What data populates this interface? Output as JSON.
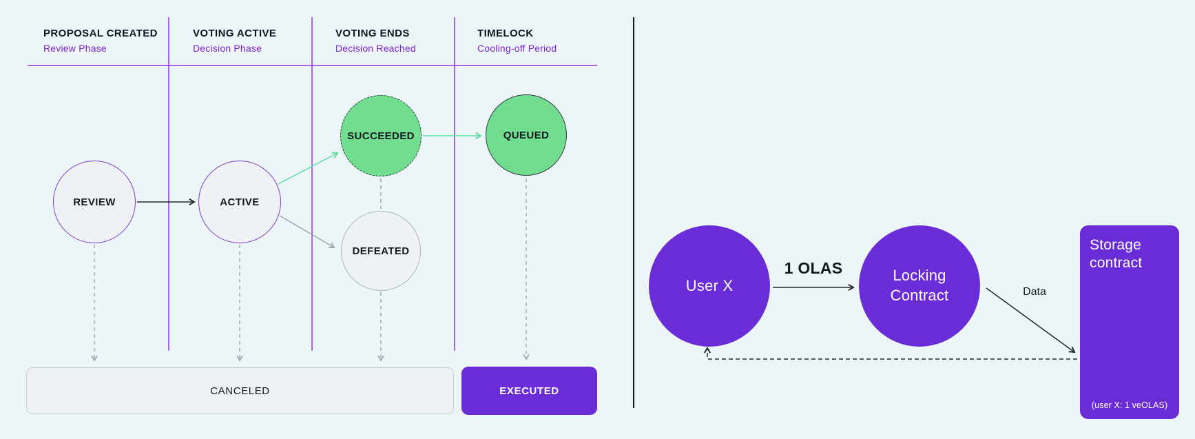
{
  "left_diagram": {
    "phases": [
      {
        "title": "PROPOSAL CREATED",
        "subtitle": "Review Phase"
      },
      {
        "title": "VOTING ACTIVE",
        "subtitle": "Decision Phase"
      },
      {
        "title": "VOTING ENDS",
        "subtitle": "Decision Reached"
      },
      {
        "title": "TIMELOCK",
        "subtitle": "Cooling-off Period"
      }
    ],
    "states": {
      "review": "REVIEW",
      "active": "ACTIVE",
      "succeeded": "SUCCEEDED",
      "defeated": "DEFEATED",
      "queued": "QUEUED",
      "canceled": "CANCELED",
      "executed": "EXECUTED"
    }
  },
  "right_diagram": {
    "user_label": "User X",
    "locking_label": "Locking Contract",
    "storage_label": "Storage contract",
    "olas_label": "1 OLAS",
    "data_label": "Data",
    "veolas_note": "(user X: 1 veOLAS)"
  },
  "colors": {
    "background": "#ECF6F8",
    "accent-purple": "#6A2CD6",
    "line-purple": "#8F35D8",
    "subtitle-purple": "#7C1FD1",
    "node-border-purple": "#7D3BC8",
    "green-fill": "#70DE8E",
    "green-arrow": "#57DFA2",
    "gray": "#9AA3AD",
    "ink": "#14161F",
    "canceled-fill": "#EEF1F4",
    "canceled-border": "#C5CED6"
  }
}
